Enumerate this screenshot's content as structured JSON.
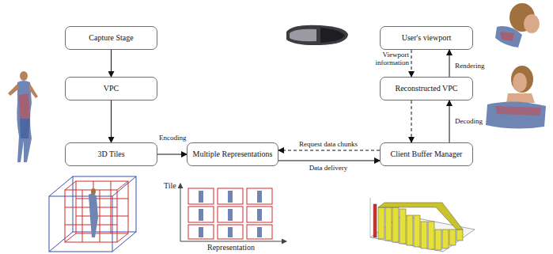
{
  "diagram": {
    "nodes": [
      {
        "text": [
          "Capture Stage"
        ]
      },
      {
        "text": [
          "VPC"
        ]
      },
      {
        "text": [
          "3D Tiles"
        ]
      },
      {
        "text": [
          "Multiple Representations"
        ]
      },
      {
        "text": [
          "User's viewport"
        ]
      },
      {
        "text": [
          "Reconstructed VPC"
        ]
      },
      {
        "text": [
          "Client Buffer Manager"
        ]
      }
    ],
    "edges": [
      {
        "from": 0,
        "to": 1,
        "arrow": "to"
      },
      {
        "from": 1,
        "to": 2,
        "arrow": "to"
      },
      {
        "from": 2,
        "to": 3,
        "label": "Encoding",
        "arrow": "to"
      },
      {
        "from": 6,
        "to": 3,
        "label": "Request data chunks",
        "arrow": "to"
      },
      {
        "from": 3,
        "to": 6,
        "label": "Data delivery",
        "arrow": "to"
      },
      {
        "from": 4,
        "to": 5,
        "label": "Viewport information",
        "arrow": "to"
      },
      {
        "from": 5,
        "to": 4,
        "label": "Rendering",
        "arrow": "to"
      },
      {
        "from": 6,
        "to": 5,
        "label": "Decoding",
        "arrow": "to"
      },
      {
        "from": 5,
        "to": 6,
        "arrow": "to"
      }
    ],
    "labels": [
      "Tile",
      "Representation"
    ]
  }
}
